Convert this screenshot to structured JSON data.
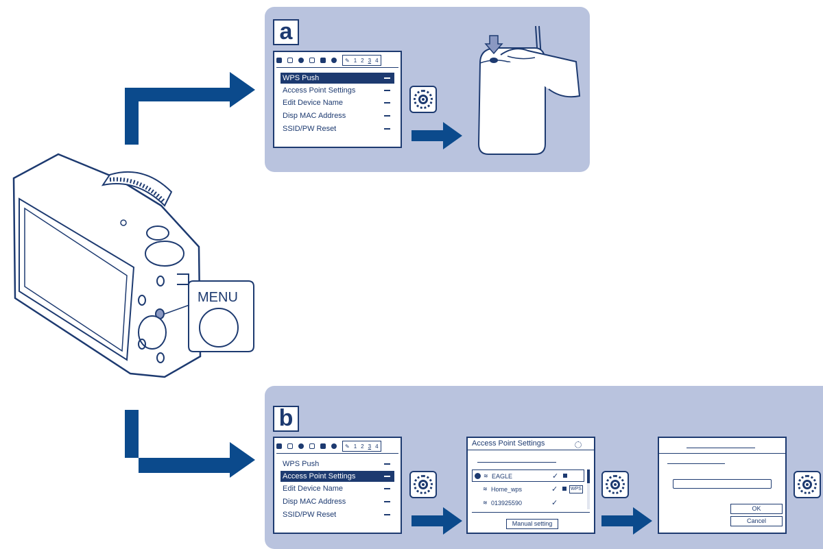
{
  "panel_a": {
    "label": "a",
    "menu_items": [
      {
        "label": "WPS Push",
        "active": true
      },
      {
        "label": "Access Point Settings",
        "active": false
      },
      {
        "label": "Edit Device Name",
        "active": false
      },
      {
        "label": "Disp MAC Address",
        "active": false
      },
      {
        "label": "SSID/PW Reset",
        "active": false
      }
    ],
    "tab_numbers": [
      "1",
      "2",
      "3",
      "4"
    ]
  },
  "panel_b": {
    "label": "b",
    "menu_items": [
      {
        "label": "WPS Push",
        "active": false
      },
      {
        "label": "Access Point Settings",
        "active": true
      },
      {
        "label": "Edit Device Name",
        "active": false
      },
      {
        "label": "Disp MAC Address",
        "active": false
      },
      {
        "label": "SSID/PW Reset",
        "active": false
      }
    ],
    "tab_numbers": [
      "1",
      "2",
      "3",
      "4"
    ],
    "ap_screen": {
      "title": "Access Point Settings",
      "networks": [
        {
          "ssid": "EAGLE",
          "badge": ""
        },
        {
          "ssid": "Home_wps",
          "badge": "WPS"
        },
        {
          "ssid": "013925590",
          "badge": ""
        }
      ],
      "manual_button": "Manual setting"
    },
    "password_screen": {
      "ok": "OK",
      "cancel": "Cancel"
    }
  },
  "camera": {
    "menu_button_label": "MENU"
  },
  "colors": {
    "navy": "#1d3a70",
    "arrow": "#0b4a8c",
    "panel": "#b9c3de"
  },
  "icons": [
    "camera-icon",
    "film-icon",
    "gear-icon",
    "playback-icon",
    "card-icon",
    "clock-icon",
    "wrench-icon",
    "wifi-icon",
    "lock-icon",
    "check-icon",
    "router-icon",
    "control-dial-icon"
  ]
}
